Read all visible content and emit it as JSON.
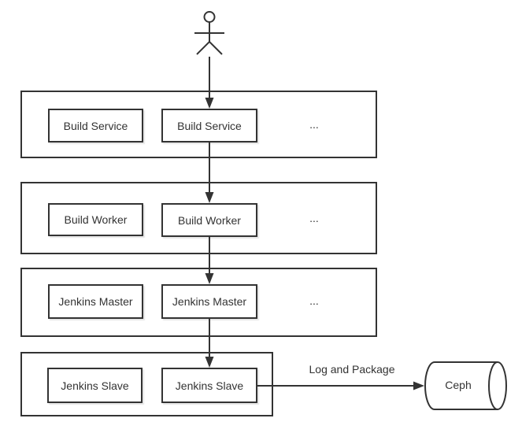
{
  "diagram": {
    "actor": {
      "icon": "actor-stick-figure"
    },
    "tiers": [
      {
        "boxes": [
          "Build Service",
          "Build Service"
        ],
        "ellipsis": "..."
      },
      {
        "boxes": [
          "Build Worker",
          "Build Worker"
        ],
        "ellipsis": "..."
      },
      {
        "boxes": [
          "Jenkins Master",
          "Jenkins Master"
        ],
        "ellipsis": "..."
      },
      {
        "boxes": [
          "Jenkins Slave",
          "Jenkins Slave"
        ]
      }
    ],
    "edge_label": "Log and Package",
    "datastore_label": "Ceph",
    "colors": {
      "stroke": "#333333",
      "text": "#333333",
      "background": "#ffffff",
      "node_fill": "#ffffff"
    }
  }
}
